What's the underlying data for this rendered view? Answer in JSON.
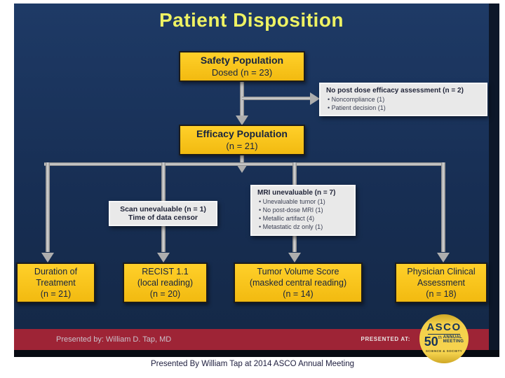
{
  "title": "Patient Disposition",
  "flowchart": {
    "safety": {
      "heading": "Safety Population",
      "subtext": "Dosed (n = 23)"
    },
    "no_post_dose": {
      "heading": "No post dose efficacy assessment (n = 2)",
      "bullets": [
        "Noncompliance (1)",
        "Patient decision (1)"
      ]
    },
    "efficacy": {
      "heading": "Efficacy Population",
      "subtext": "(n = 21)"
    },
    "scan_unevaluable": {
      "heading": "Scan unevaluable (n = 1)",
      "subtext": "Time of data censor"
    },
    "mri_unevaluable": {
      "heading": "MRI unevaluable (n = 7)",
      "bullets": [
        "Unevaluable tumor (1)",
        "No post-dose MRI (1)",
        "Metallic artifact (4)",
        "Metastatic dz only (1)"
      ]
    },
    "endpoints": [
      {
        "lines": [
          "Duration of",
          "Treatment",
          "(n = 21)"
        ]
      },
      {
        "lines": [
          "RECIST 1.1",
          "(local reading)",
          "(n = 20)"
        ]
      },
      {
        "lines": [
          "Tumor Volume Score",
          "(masked central reading)",
          "(n = 14)"
        ]
      },
      {
        "lines": [
          "Physician Clinical",
          "Assessment",
          "(n = 18)"
        ]
      }
    ]
  },
  "footer": {
    "presented_by": "Presented by: William D. Tap, MD",
    "presented_at_label": "PRESENTED AT:"
  },
  "logo": {
    "org": "ASCO",
    "number": "50",
    "ordinal": "th",
    "line1": "ANNUAL",
    "line2": "MEETING",
    "tagline": "SCIENCE & SOCIETY"
  },
  "caption": "Presented By William Tap at 2014 ASCO Annual Meeting",
  "colors": {
    "slide_background": "#1a3156",
    "box_yellow": "#fcc61a",
    "panel_gray": "#e9e9e9",
    "footer_red": "#9e2436",
    "title_yellow": "#eef263",
    "connector_gray": "#aeaeae"
  }
}
